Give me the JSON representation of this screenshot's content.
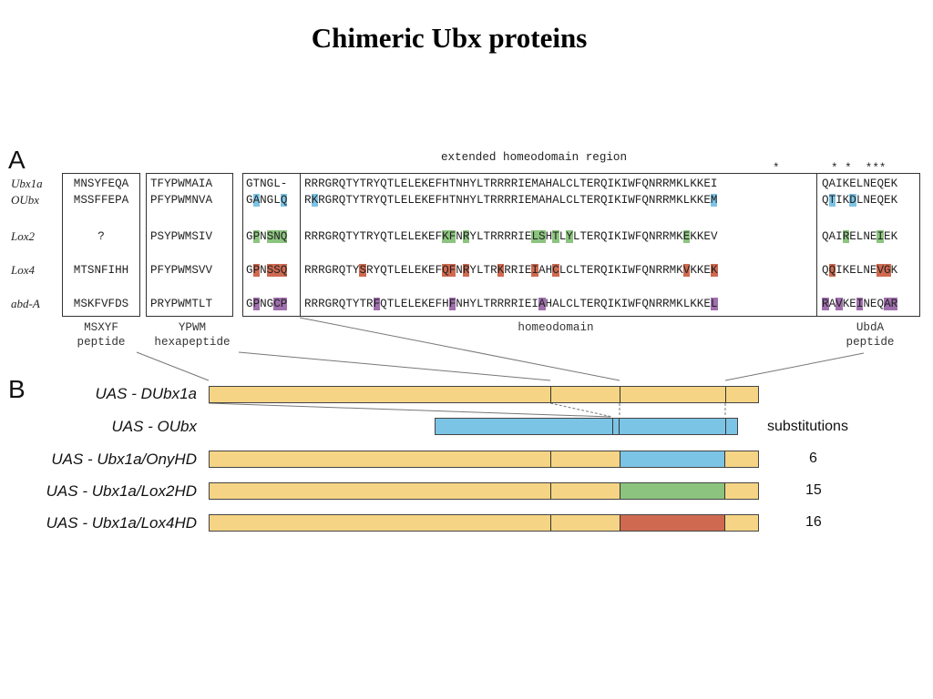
{
  "title": "Chimeric Ubx proteins",
  "panel_a": {
    "label": "A",
    "header": "extended homeodomain region",
    "stars": "*",
    "stars2": "* *  ***",
    "rows": [
      {
        "species": "Ubx1a",
        "msxyf": "MNSYFEQA",
        "ypwm": "TFYPWMAIA",
        "pre": [
          [
            "GTNGL-",
            ""
          ]
        ],
        "hd": [
          [
            "RRRGRQTYTRYQTLELEKEFHTNHYLTRRRRIEMAHALCLTERQIKIWFQNRRMKLKKEI",
            ""
          ]
        ],
        "ubda": [
          [
            "QAIKELNEQEK",
            ""
          ]
        ]
      },
      {
        "species": "OUbx",
        "msxyf": "MSSFFEPA",
        "ypwm": "PFYPWMNVA",
        "pre": [
          [
            "G",
            ""
          ],
          [
            "A",
            "b"
          ],
          [
            "NGL",
            ""
          ],
          [
            "Q",
            "b"
          ]
        ],
        "hd": [
          [
            "R",
            ""
          ],
          [
            "K",
            "b"
          ],
          [
            "RGRQTYTRYQTLELEKEFHTNHYLTRRRRIEMAHALCLTERQIKIWFQNRRMKLKKE",
            ""
          ],
          [
            "M",
            "b"
          ]
        ],
        "ubda": [
          [
            "Q",
            ""
          ],
          [
            "T",
            "b"
          ],
          [
            "IK",
            ""
          ],
          [
            "D",
            "b"
          ],
          [
            "LNEQEK",
            ""
          ]
        ]
      },
      {
        "species": "Lox2",
        "msxyf": "?",
        "ypwm": "PSYPWMSIV",
        "pre": [
          [
            "G",
            ""
          ],
          [
            "P",
            "g"
          ],
          [
            "N",
            ""
          ],
          [
            "SNQ",
            "g"
          ]
        ],
        "hd": [
          [
            "RRRGRQTYTRYQTLELEKEF",
            ""
          ],
          [
            "KF",
            "g"
          ],
          [
            "N",
            ""
          ],
          [
            "R",
            "g"
          ],
          [
            "YLTRRRRIE",
            ""
          ],
          [
            "LS",
            "g"
          ],
          [
            "H",
            ""
          ],
          [
            "T",
            "g"
          ],
          [
            "L",
            ""
          ],
          [
            "Y",
            "g"
          ],
          [
            "LTERQIKIWFQNRRMK",
            ""
          ],
          [
            "E",
            "g"
          ],
          [
            "KKEV",
            ""
          ]
        ],
        "ubda": [
          [
            "QAI",
            ""
          ],
          [
            "R",
            "g"
          ],
          [
            "ELNE",
            ""
          ],
          [
            "I",
            "g"
          ],
          [
            "EK",
            ""
          ]
        ]
      },
      {
        "species": "Lox4",
        "msxyf": "MTSNFIHH",
        "ypwm": "PFYPWMSVV",
        "pre": [
          [
            "G",
            ""
          ],
          [
            "P",
            "r"
          ],
          [
            "N",
            ""
          ],
          [
            "SSQ",
            "r"
          ]
        ],
        "hd": [
          [
            "RRRGRQTY",
            ""
          ],
          [
            "S",
            "r"
          ],
          [
            "RYQTLELEKEF",
            ""
          ],
          [
            "QF",
            "r"
          ],
          [
            "N",
            ""
          ],
          [
            "R",
            "r"
          ],
          [
            "YLTR",
            ""
          ],
          [
            "K",
            "r"
          ],
          [
            "RRIE",
            ""
          ],
          [
            "I",
            "r"
          ],
          [
            "AH",
            ""
          ],
          [
            "C",
            "r"
          ],
          [
            "LCLTERQIKIWFQNRRMK",
            ""
          ],
          [
            "V",
            "r"
          ],
          [
            "KKE",
            ""
          ],
          [
            "K",
            "r"
          ]
        ],
        "ubda": [
          [
            "Q",
            ""
          ],
          [
            "Q",
            "r"
          ],
          [
            "IKELNE",
            ""
          ],
          [
            "VG",
            "r"
          ],
          [
            "K",
            ""
          ]
        ]
      },
      {
        "species": "abd-A",
        "msxyf": "MSKFVFDS",
        "ypwm": "PRYPWMTLT",
        "pre": [
          [
            "G",
            ""
          ],
          [
            "P",
            "p"
          ],
          [
            "NG",
            ""
          ],
          [
            "CP",
            "p"
          ]
        ],
        "hd": [
          [
            "RRRGRQTYTR",
            ""
          ],
          [
            "F",
            "p"
          ],
          [
            "QTLELEKEFH",
            ""
          ],
          [
            "F",
            "p"
          ],
          [
            "NHYLTRRRRIEI",
            ""
          ],
          [
            "A",
            "p"
          ],
          [
            "HALCLTERQIKIWFQNRRMKLKKE",
            ""
          ],
          [
            "L",
            "p"
          ]
        ],
        "ubda": [
          [
            "R",
            "p"
          ],
          [
            "A",
            ""
          ],
          [
            "V",
            "p"
          ],
          [
            "KE",
            ""
          ],
          [
            "I",
            "p"
          ],
          [
            "NEQ",
            ""
          ],
          [
            "AR",
            "p"
          ]
        ]
      }
    ],
    "labels": {
      "msxyf_1": "MSXYF",
      "msxyf_2": "peptide",
      "ypwm_1": "YPWM",
      "ypwm_2": "hexapeptide",
      "homeodomain": "homeodomain",
      "ubda_1": "UbdA",
      "ubda_2": "peptide"
    }
  },
  "panel_b": {
    "label": "B",
    "substitutions_header": "substitutions",
    "constructs": [
      {
        "name": "UAS - DUbx1a",
        "substitutions": ""
      },
      {
        "name": "UAS - OUbx",
        "substitutions": ""
      },
      {
        "name": "UAS - Ubx1a/OnyHD",
        "substitutions": "6"
      },
      {
        "name": "UAS - Ubx1a/Lox2HD",
        "substitutions": "15"
      },
      {
        "name": "UAS - Ubx1a/Lox4HD",
        "substitutions": "16"
      }
    ]
  },
  "colors": {
    "ubx_yellow": "#f5d585",
    "onychophoran_blue": "#7cc4e6",
    "lox2_green": "#8cc47f",
    "lox4_red": "#cf6a50",
    "abda_purple": "#a06fad"
  }
}
